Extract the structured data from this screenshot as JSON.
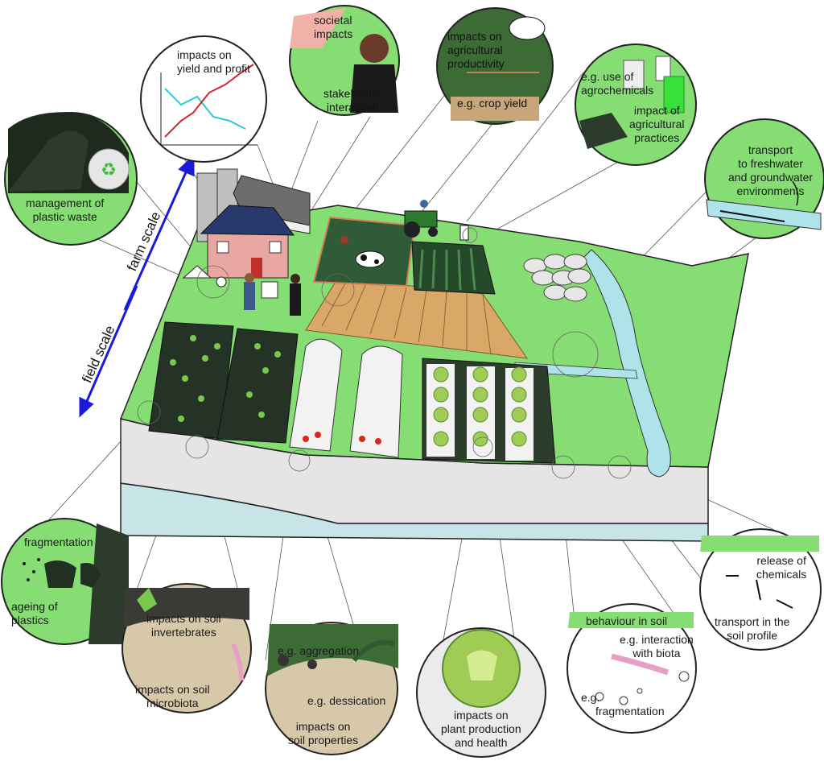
{
  "scales": {
    "farm": "farm scale",
    "field": "field scale"
  },
  "bubbles": {
    "waste": {
      "l1": "management of",
      "l2": "plastic waste"
    },
    "yield": {
      "l1": "impacts on",
      "l2": "yield and profit"
    },
    "societal": {
      "l1": "societal",
      "l2": "impacts",
      "l3": "stakeholder",
      "l4": "interaction"
    },
    "productivity": {
      "l1": "impacts on",
      "l2": "agricultural",
      "l3": "productivity",
      "l4": "e.g. crop yield"
    },
    "agrochem": {
      "l1": "e.g. use of",
      "l2": "agrochemicals",
      "l3": "impact of",
      "l4": "agricultural",
      "l5": "practices"
    },
    "transport": {
      "l1": "transport",
      "l2": "to freshwater",
      "l3": "and groundwater",
      "l4": "environments"
    },
    "ageing": {
      "l1": "fragmentation",
      "l2": "ageing of",
      "l3": "plastics"
    },
    "invert": {
      "l1": "impacts on soil",
      "l2": "invertebrates",
      "l3": "impacts on soil",
      "l4": "microbiota"
    },
    "soilprops": {
      "l1": "e.g. aggregation",
      "l2": "e.g. dessication",
      "l3": "impacts on",
      "l4": "soil properties"
    },
    "plant": {
      "l1": "impacts on",
      "l2": "plant production",
      "l3": "and health"
    },
    "behaviour": {
      "l1": "behaviour in soil",
      "l2": "e.g. interaction",
      "l3": "with biota",
      "l4": "e.g.",
      "l5": "fragmentation"
    },
    "release": {
      "l1": "release of",
      "l2": "chemicals",
      "l3": "transport in the",
      "l4": "soil profile"
    }
  },
  "colors": {
    "grass": "#86dd74",
    "dark": "#2d3b2c",
    "soil": "#e6e4e4",
    "water": "#c7e5e6",
    "stream": "#aee3ea",
    "brown": "#d8c8aa"
  }
}
